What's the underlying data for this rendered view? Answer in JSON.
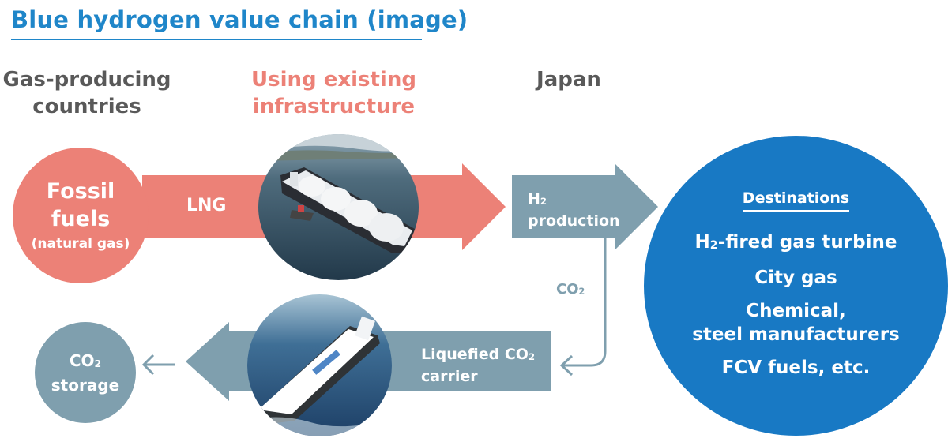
{
  "title": "Blue hydrogen value chain (image)",
  "columns": {
    "gas_producing": [
      "Gas-producing",
      "countries"
    ],
    "infrastructure": [
      "Using existing",
      "infrastructure"
    ],
    "japan": "Japan"
  },
  "fossil": {
    "line1": "Fossil",
    "line2": "fuels",
    "line3": "(natural gas)"
  },
  "lng_label": "LNG",
  "h2_production": {
    "line1_main": "H",
    "line1_sub": "2",
    "line2": "production"
  },
  "co2_flow": {
    "main": "CO",
    "sub": "2"
  },
  "carrier": {
    "line1_main": "Liquefied CO",
    "line1_sub": "2",
    "line2": "carrier"
  },
  "storage": {
    "line1_main": "CO",
    "line1_sub": "2",
    "line2": "storage"
  },
  "destinations": {
    "heading": "Destinations",
    "item1_main": "H",
    "item1_sub": "2",
    "item1_rest": "-fired gas turbine",
    "item2": "City gas",
    "item3_line1": "Chemical,",
    "item3_line2": "steel manufacturers",
    "item4": "FCV fuels, etc."
  },
  "colors": {
    "title_blue": "#1f86c9",
    "salmon": "#ec8177",
    "slate": "#7f9fae",
    "destination_blue": "#1879c4",
    "gray_text": "#595959"
  },
  "icons": [
    "lng-carrier-ship-image",
    "co2-carrier-ship-image",
    "arrow-left-icon",
    "curved-arrow-icon"
  ]
}
